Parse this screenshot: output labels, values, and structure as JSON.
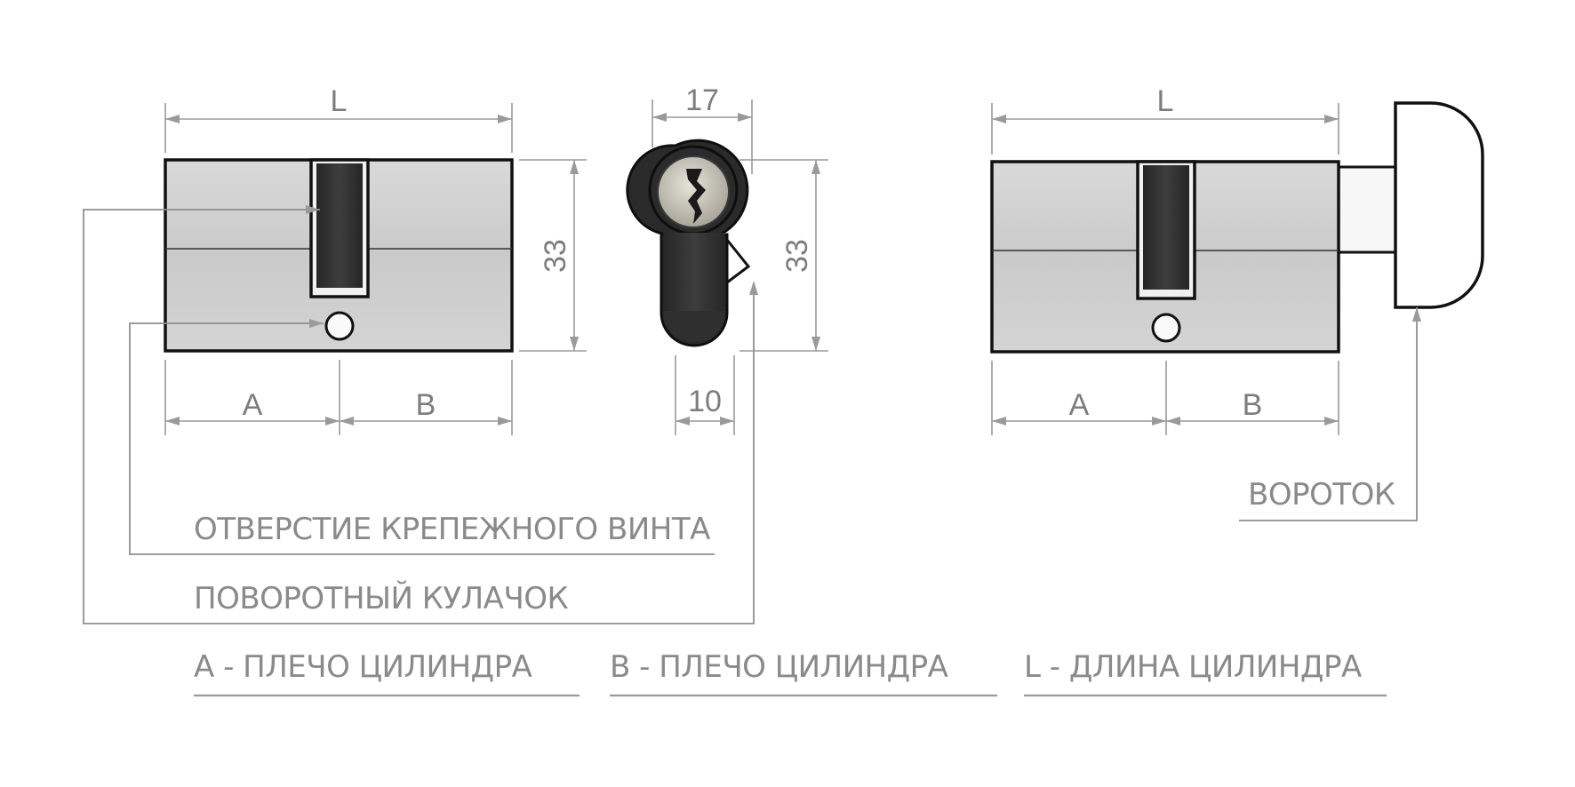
{
  "dimensions": {
    "length": "L",
    "shoulder_a": "A",
    "shoulder_b": "B",
    "height": "33",
    "profile_width": "17",
    "profile_bottom_width": "10"
  },
  "labels": {
    "screw_hole": "ОТВЕРСТИЕ КРЕПЕЖНОГО ВИНТА",
    "cam": "ПОВОРОТНЫЙ КУЛАЧОК",
    "thumbturn": "ВОРОТОК"
  },
  "legend": {
    "a": "A - ПЛЕЧО ЦИЛИНДРА",
    "b": "B - ПЛЕЧО ЦИЛИНДРА",
    "l": "L - ДЛИНА ЦИЛИНДРА"
  },
  "colors": {
    "cylinder_body": "#cfcfcf",
    "cam": "#2e2e2e",
    "plug": "#c8c4b8",
    "outline": "#111111",
    "dimension_lines": "#9a9a9a",
    "label_text": "#8a8a8a"
  }
}
